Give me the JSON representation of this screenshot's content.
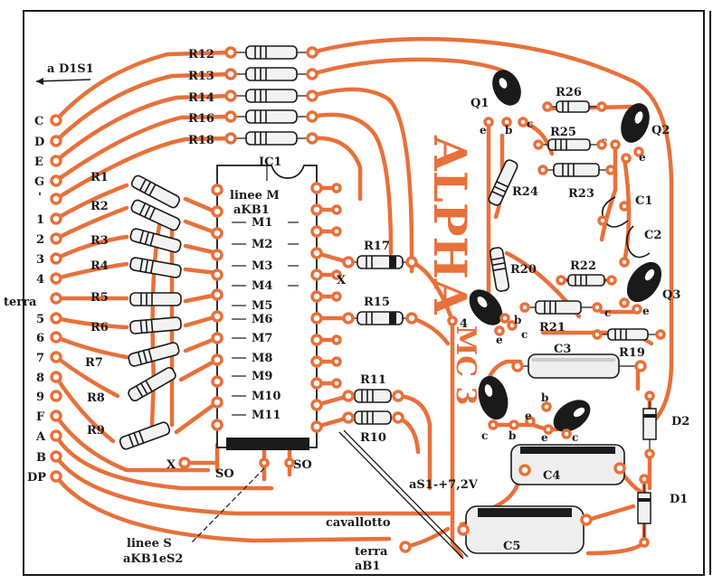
{
  "labels": {
    "to_d1s1": "a D1S1",
    "ic1": "IC1",
    "linee_m": "linee M",
    "akb1": "aKB1",
    "alpha": "ALPHA",
    "mc3": "MC 3",
    "linee_s": "linee S",
    "akb1es2": "aKB1eS2",
    "cavallotto": "cavallotto",
    "terra_ab1_1": "terra",
    "terra_ab1_2": "aB1",
    "as1_72v": "aS1-+7,2V",
    "terra_left": "terra",
    "x_right": "X",
    "x_bottom": "X",
    "so_left": "SO",
    "so_right": "SO",
    "q4": "4"
  },
  "left_connectors": [
    "C",
    "D",
    "E",
    "G",
    "'",
    "1",
    "2",
    "3",
    "4",
    "5",
    "6",
    "7",
    "8",
    "9",
    "F",
    "A",
    "B",
    "DP"
  ],
  "ic_lines": [
    "M1",
    "M2",
    "M3",
    "M4",
    "M5",
    "M6",
    "M7",
    "M8",
    "M9",
    "M10",
    "M11"
  ],
  "top_resistors": [
    "R12",
    "R13",
    "R14",
    "R16",
    "R18"
  ],
  "left_resistors": [
    "R1",
    "R2",
    "R3",
    "R4",
    "R5",
    "R6",
    "R7",
    "R8",
    "R9"
  ],
  "mid_resistors": [
    "R17",
    "R15",
    "R11",
    "R10"
  ],
  "right_components": {
    "q1": "Q1",
    "q2": "Q2",
    "q3": "Q3",
    "r19": "R19",
    "r20": "R20",
    "r21": "R21",
    "r22": "R22",
    "r23": "R23",
    "r24": "R24",
    "r25": "R25",
    "r26": "R26",
    "c1": "C1",
    "c2": "C2",
    "c3": "C3",
    "c4": "C4",
    "c5": "C5",
    "d1": "D1",
    "d2": "D2"
  },
  "pin_letters": {
    "e1": "e",
    "b1": "b",
    "c1": "c",
    "e2": "e",
    "c2": "c",
    "e3": "e",
    "c3": "c",
    "e4": "e",
    "b4": "b",
    "c4": "c",
    "b5": "b",
    "c5": "c",
    "e5": "e",
    "b6": "b",
    "c6": "c",
    "e6": "e"
  },
  "colors": {
    "trace": "#e8703a",
    "ink": "#1a1a1a",
    "paper": "#ffffff"
  }
}
